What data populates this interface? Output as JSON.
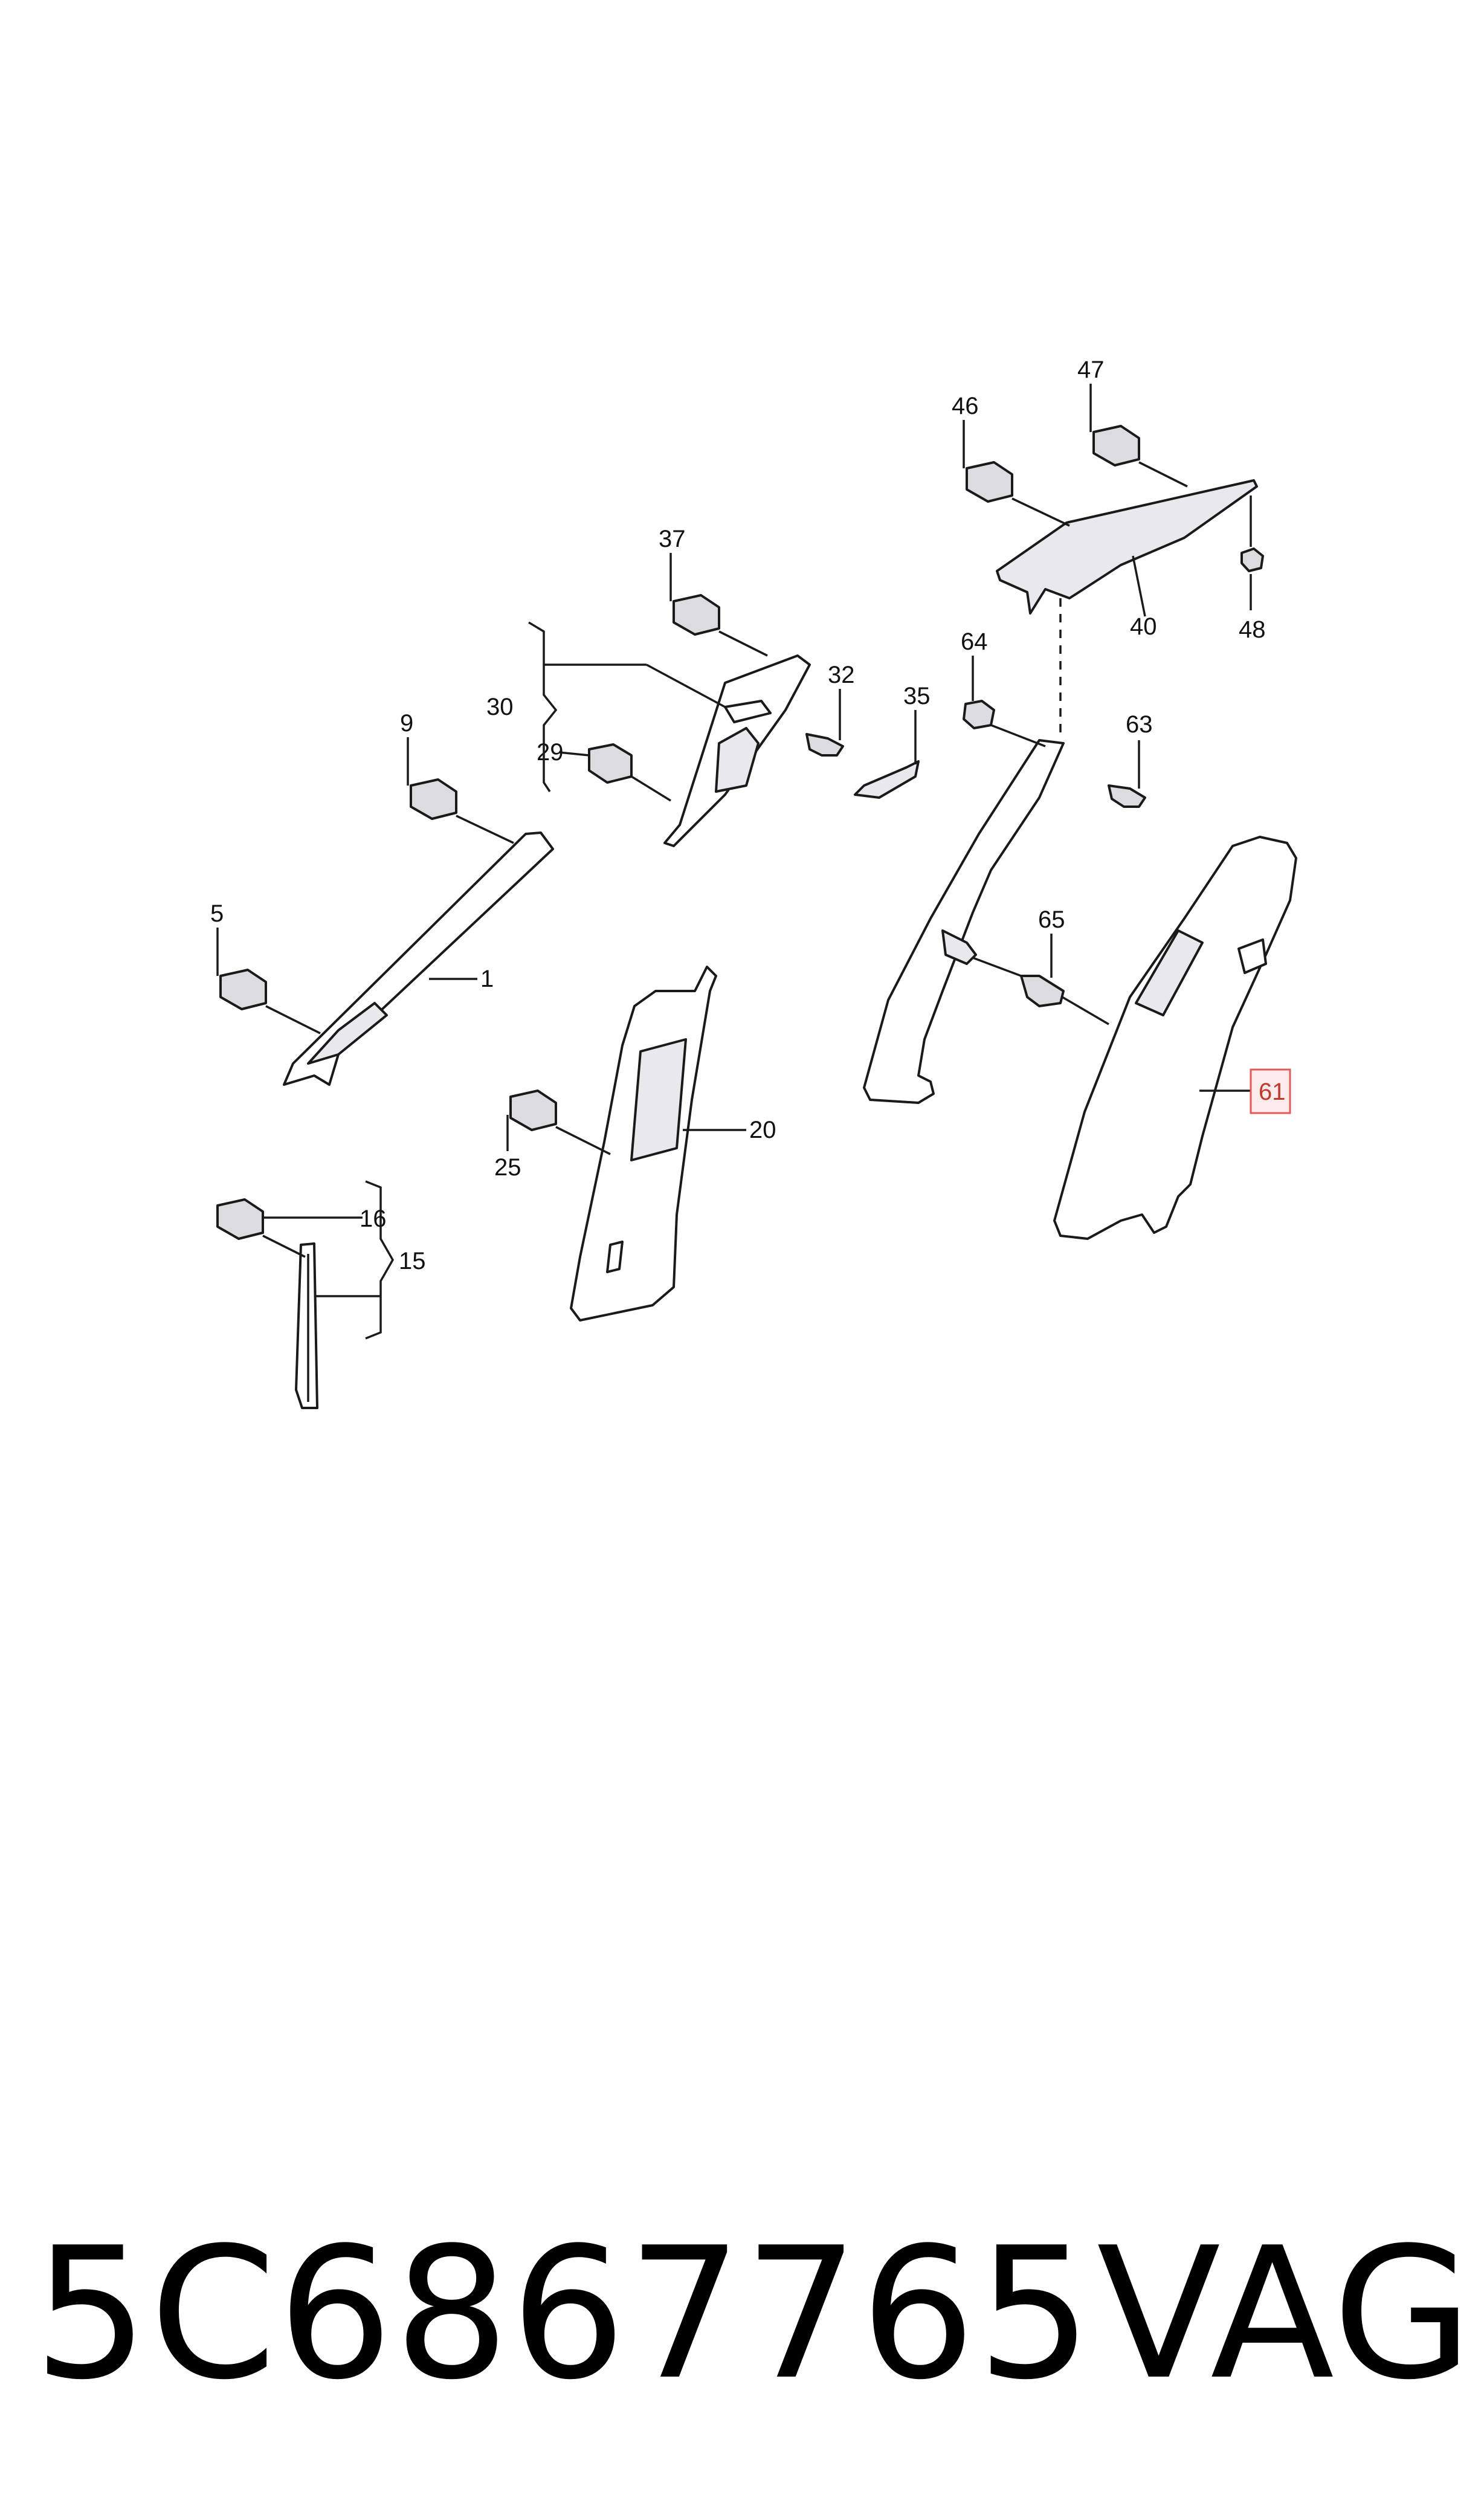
{
  "callouts": {
    "c1": "1",
    "c5": "5",
    "c9": "9",
    "c15": "15",
    "c16": "16",
    "c20": "20",
    "c25": "25",
    "c29": "29",
    "c30": "30",
    "c32": "32",
    "c35": "35",
    "c37": "37",
    "c40": "40",
    "c46": "46",
    "c47": "47",
    "c48": "48",
    "c61": "61",
    "c63": "63",
    "c64": "64",
    "c65": "65"
  },
  "highlighted_callout": "61",
  "colors": {
    "highlight_stroke": "#e05a5a",
    "highlight_fill": "#fdeaea",
    "line": "#1a1a1a"
  },
  "footer": {
    "part_number": "5C6867765",
    "brand": "VAG"
  }
}
